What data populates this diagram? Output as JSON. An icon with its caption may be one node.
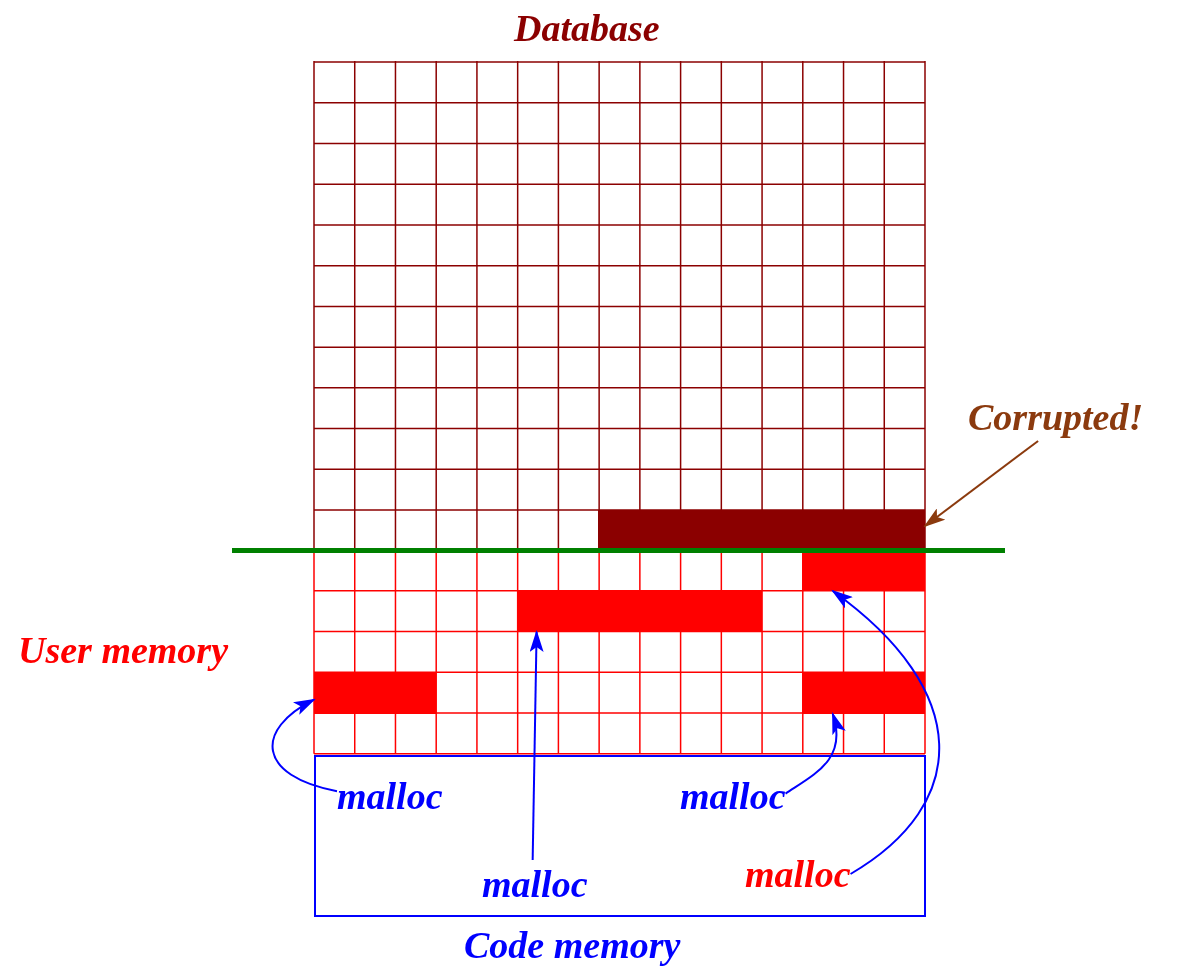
{
  "diagram": {
    "nodes": [
      {
        "text": [
          "Database"
        ]
      },
      {
        "text": [
          "User memory"
        ]
      },
      {
        "text": [
          "Code memory"
        ]
      },
      {
        "text": [],
        "shape": "bar",
        "in": 0
      },
      {
        "text": [],
        "shape": "bar",
        "in": 1
      },
      {
        "text": [],
        "shape": "bar",
        "in": 1
      },
      {
        "text": [],
        "shape": "bar",
        "in": 1
      },
      {
        "text": [],
        "shape": "bar",
        "in": 1
      },
      {
        "text": [
          "malloc"
        ],
        "in": 2
      },
      {
        "text": [
          "malloc"
        ],
        "in": 2
      },
      {
        "text": [
          "malloc"
        ],
        "in": 2
      },
      {
        "text": [
          "malloc"
        ],
        "in": 2
      },
      {
        "text": [
          "Corrupted!"
        ]
      }
    ],
    "edges": [
      {
        "from": 8,
        "to": 6,
        "arrow": "to"
      },
      {
        "from": 9,
        "to": 7,
        "arrow": "to"
      },
      {
        "from": 10,
        "to": 4,
        "arrow": "to"
      },
      {
        "from": 11,
        "to": 5,
        "arrow": "to"
      },
      {
        "from": 12,
        "to": 3,
        "arrow": "to",
        "color": "#8b3a0e"
      }
    ]
  }
}
